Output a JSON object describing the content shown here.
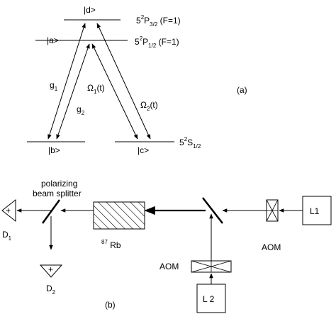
{
  "panel_a": {
    "label": "(a)",
    "levels": {
      "d": {
        "ket": "|d>",
        "state_main": "5",
        "state_sup": "2",
        "state_letter": "P",
        "state_sub": "3/2",
        "state_suffix": " (F=1)"
      },
      "a": {
        "ket": "|a>",
        "state_main": "5",
        "state_sup": "2",
        "state_letter": "P",
        "state_sub": "1/2",
        "state_suffix": " (F=1)"
      },
      "b": {
        "ket": "|b>"
      },
      "c": {
        "ket": "|c>",
        "state_main": "5",
        "state_sup": "2",
        "state_letter": "S",
        "state_sub": "1/2",
        "state_suffix": ""
      }
    },
    "couplings": {
      "g1": {
        "main": "g",
        "sub": "1"
      },
      "g2": {
        "main": "g",
        "sub": "2"
      },
      "omega1": {
        "main": "Ω",
        "sub": "1",
        "suffix": "(t)"
      },
      "omega2": {
        "main": "Ω",
        "sub": "2",
        "suffix": "(t)"
      }
    }
  },
  "panel_b": {
    "label": "(b)",
    "polarizing_line1": "polarizing",
    "polarizing_line2": "beam splitter",
    "rb_sup": "87",
    "rb_main": " Rb",
    "aom_left": "AOM",
    "aom_right": "AOM",
    "laser1": "L1",
    "laser2": "L 2",
    "detector1": {
      "main": "D",
      "sub": "1",
      "symbol": "+"
    },
    "detector2": {
      "main": "D",
      "sub": "2",
      "symbol": "+"
    }
  }
}
